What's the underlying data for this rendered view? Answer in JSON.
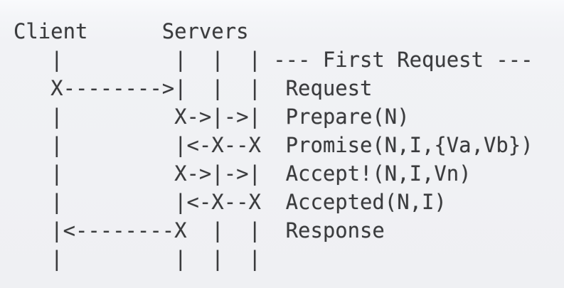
{
  "colors": {
    "background": "#f0f1f4",
    "background_top_band": "#f9fafc",
    "text": "#3a3b3d"
  },
  "diagram": {
    "type": "ascii-sequence-diagram",
    "participants": [
      "Client",
      "Servers"
    ],
    "phase_label": "--- First Request ---",
    "steps": [
      "Request",
      "Prepare(N)",
      "Promise(N,I,{Va,Vb})",
      "Accept!(N,I,Vn)",
      "Accepted(N,I)",
      "Response"
    ],
    "ascii_lines": [
      "Client      Servers",
      "   |         |  |  | --- First Request ---",
      "   X-------->|  |  |  Request",
      "   |         X->|->|  Prepare(N)",
      "   |         |<-X--X  Promise(N,I,{Va,Vb})",
      "   |         X->|->|  Accept!(N,I,Vn)",
      "   |         |<-X--X  Accepted(N,I)",
      "   |<--------X  |  |  Response",
      "   |         |  |  |"
    ]
  }
}
